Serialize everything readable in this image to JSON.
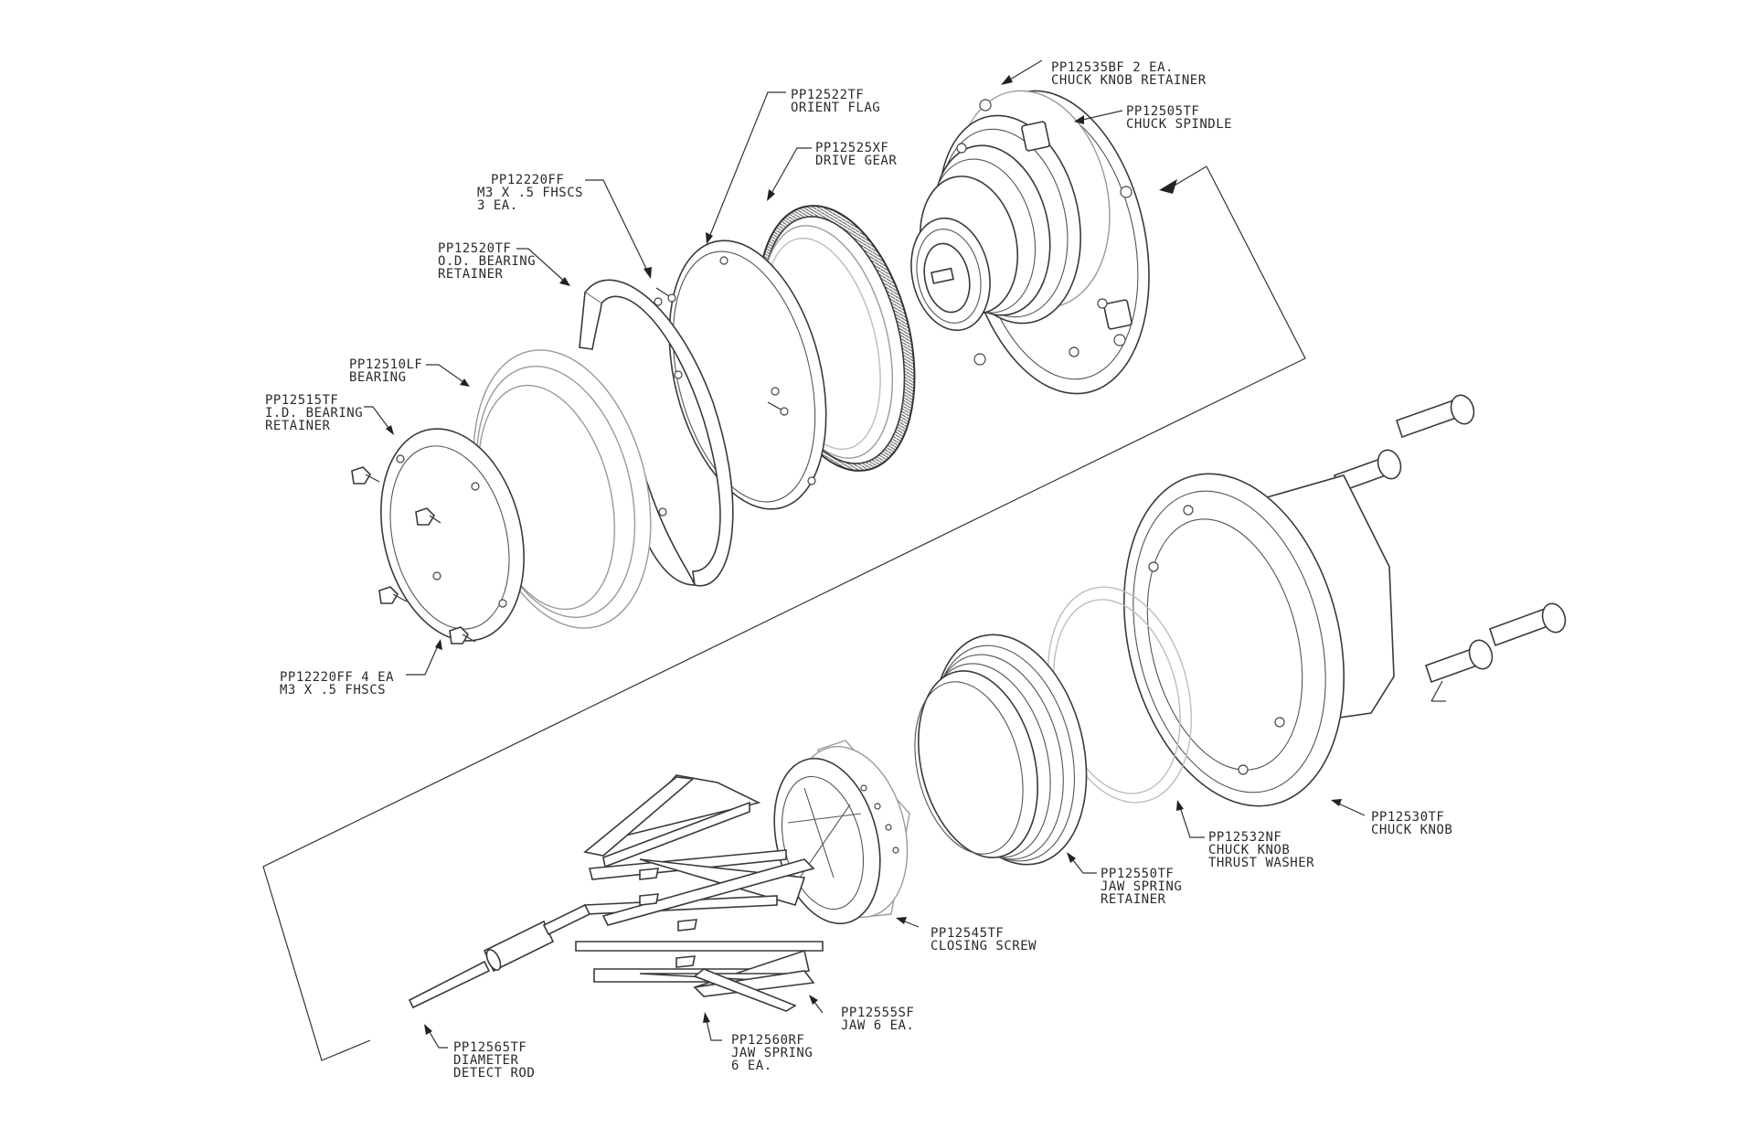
{
  "callouts": {
    "chuck_knob_retainer": [
      "PP12535BF     2 EA.",
      "CHUCK KNOB RETAINER"
    ],
    "chuck_spindle": [
      "PP12505TF",
      "CHUCK SPINDLE"
    ],
    "orient_flag": [
      "PP12522TF",
      "ORIENT FLAG"
    ],
    "drive_gear": [
      "PP12525XF",
      "DRIVE GEAR"
    ],
    "fhscs_3": [
      "PP12220FF",
      "M3 X .5 FHSCS",
      "3 EA."
    ],
    "od_bearing_retainer": [
      "PP12520TF",
      "O.D. BEARING",
      "RETAINER"
    ],
    "bearing": [
      "PP12510LF",
      "BEARING"
    ],
    "id_bearing_retainer": [
      "PP12515TF",
      "I.D. BEARING",
      "RETAINER"
    ],
    "fhscs_4": [
      "PP12220FF 4 EA",
      "M3 X .5 FHSCS"
    ],
    "chuck_knob": [
      "PP12530TF",
      "CHUCK KNOB"
    ],
    "thrust_washer": [
      "PP12532NF",
      "CHUCK KNOB",
      "THRUST WASHER"
    ],
    "jaw_spring_retainer": [
      "PP12550TF",
      "JAW SPRING",
      "RETAINER"
    ],
    "closing_screw": [
      "PP12545TF",
      "CLOSING SCREW"
    ],
    "jaw": [
      "PP12555SF",
      "JAW  6 EA."
    ],
    "jaw_spring": [
      "PP12560RF",
      "JAW SPRING",
      "6 EA."
    ],
    "detect_rod": [
      "PP12565TF",
      "DIAMETER",
      "DETECT ROD"
    ]
  }
}
